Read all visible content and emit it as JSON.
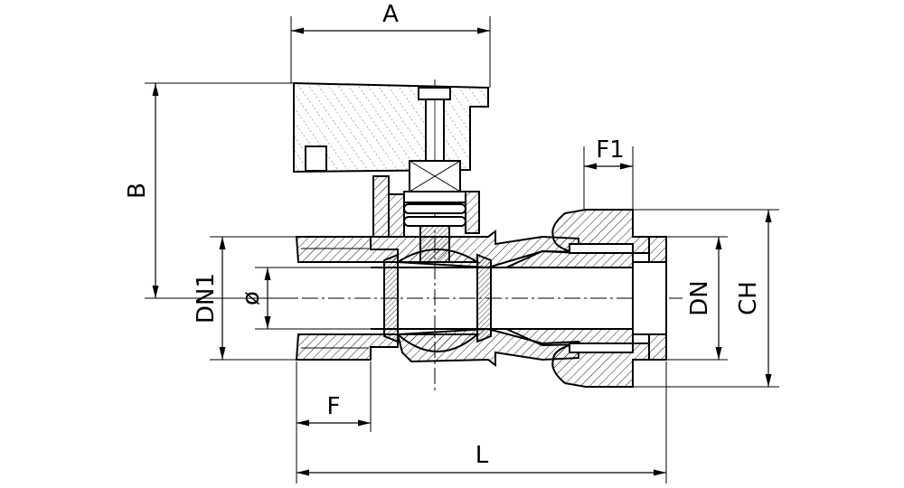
{
  "colors": {
    "line": "#000000",
    "background": "#ffffff",
    "hatch": "#000000"
  },
  "dimensions": {
    "A": "A",
    "B": "B",
    "F1": "F1",
    "DN1": "DN1",
    "phi": "ø",
    "DN": "DN",
    "CH": "CH",
    "F": "F",
    "L": "L"
  }
}
